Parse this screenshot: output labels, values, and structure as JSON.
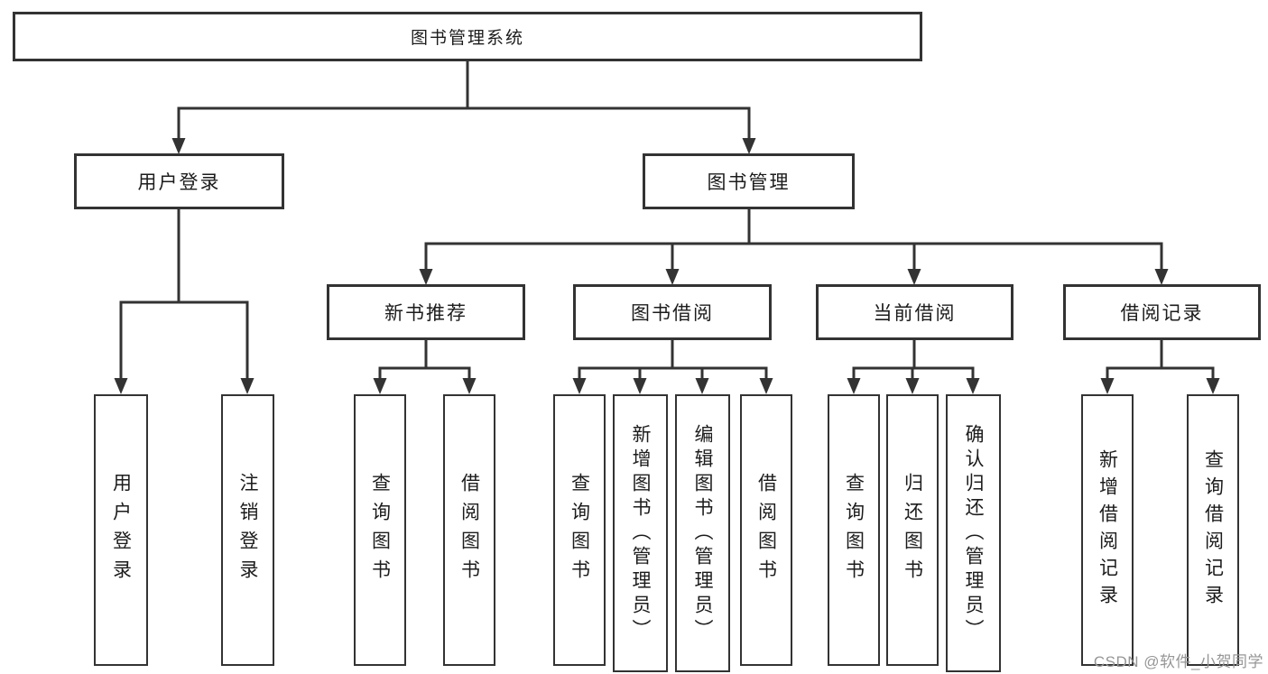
{
  "diagram": {
    "root": {
      "label": "图书管理系统"
    },
    "level2": [
      {
        "label": "用户登录"
      },
      {
        "label": "图书管理"
      }
    ],
    "level3": [
      {
        "label": "新书推荐"
      },
      {
        "label": "图书借阅"
      },
      {
        "label": "当前借阅"
      },
      {
        "label": "借阅记录"
      }
    ],
    "leaves": {
      "user_login": [
        {
          "label": "用户登录"
        },
        {
          "label": "注销登录"
        }
      ],
      "new_book_rec": [
        {
          "label": "查询图书"
        },
        {
          "label": "借阅图书"
        }
      ],
      "book_borrow": [
        {
          "label": "查询图书"
        },
        {
          "label": "新增图书（管理员）"
        },
        {
          "label": "编辑图书（管理员）"
        },
        {
          "label": "借阅图书"
        }
      ],
      "current_borrow": [
        {
          "label": "查询图书"
        },
        {
          "label": "归还图书"
        },
        {
          "label": "确认归还（管理员）"
        }
      ],
      "borrow_records": [
        {
          "label": "新增借阅记录"
        },
        {
          "label": "查询借阅记录"
        }
      ]
    }
  },
  "watermark": {
    "text": "CSDN @软件_小贺同学"
  },
  "colors": {
    "line": "#333333",
    "text": "#1c1c1c",
    "background": "#ffffff",
    "watermark": "#969696"
  }
}
